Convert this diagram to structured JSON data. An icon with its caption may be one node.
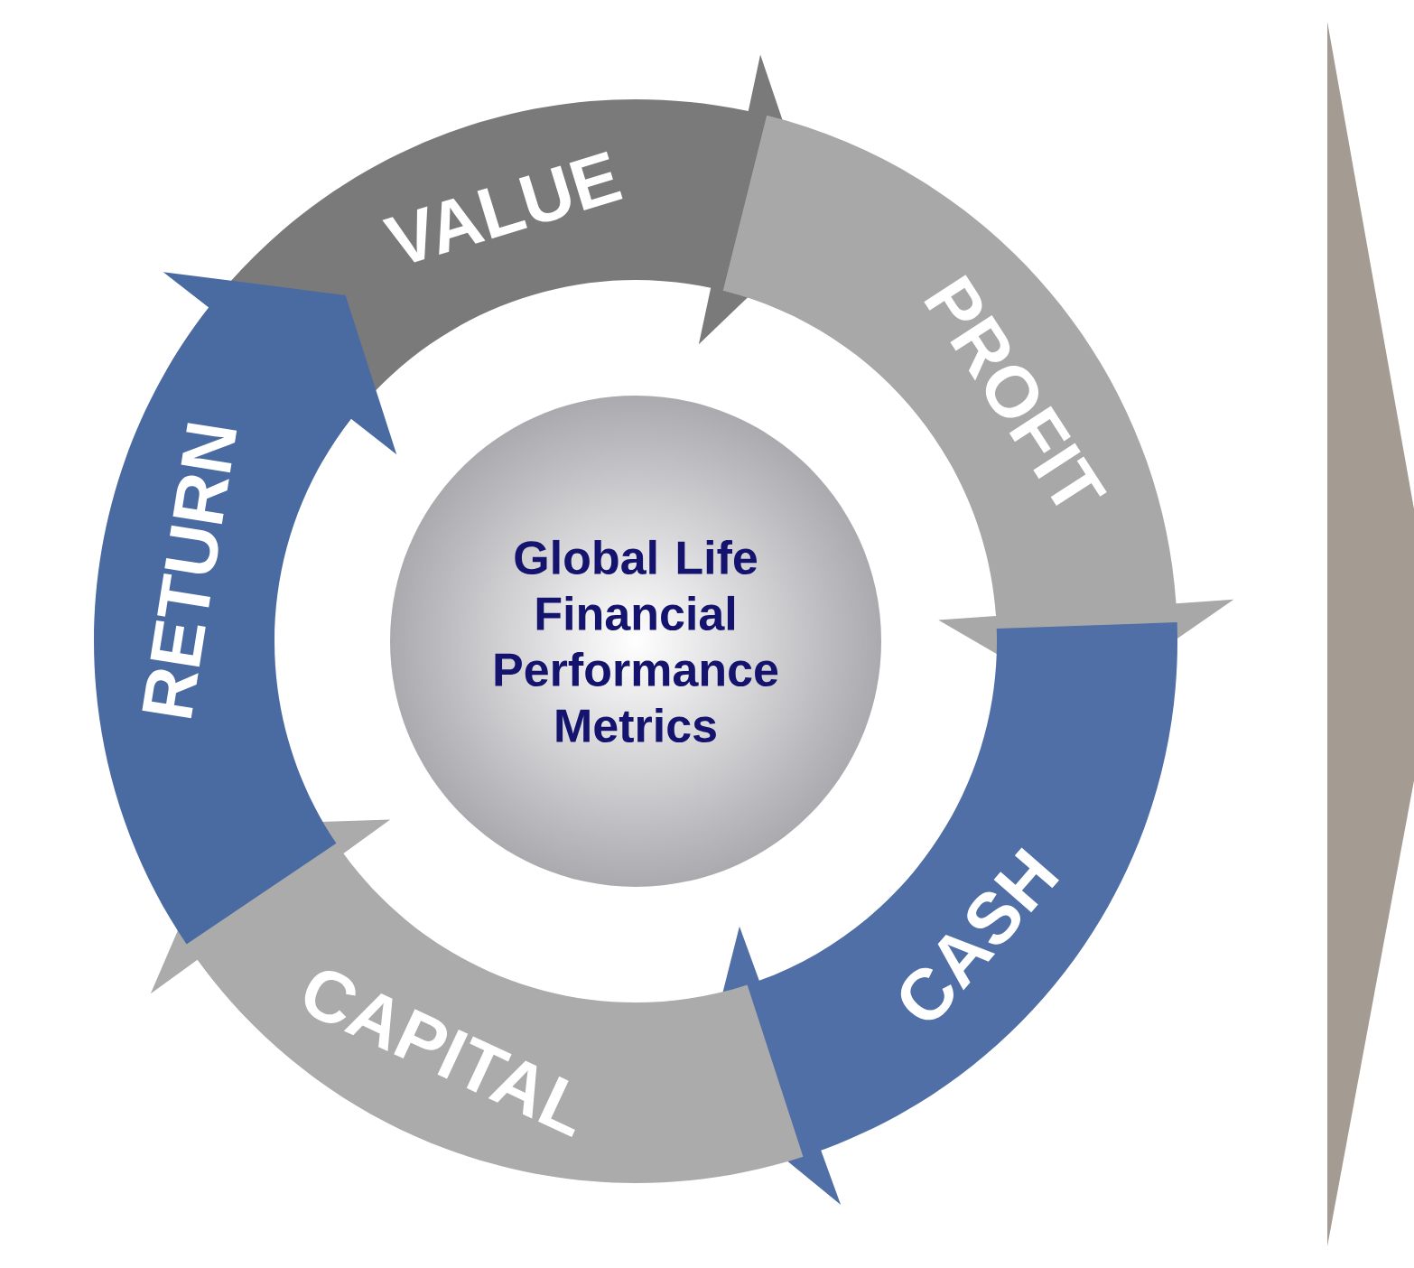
{
  "diagram": {
    "nodes": [
      {
        "text": [
          "VALUE"
        ]
      },
      {
        "text": [
          "PROFIT"
        ]
      },
      {
        "text": [
          "CASH"
        ]
      },
      {
        "text": [
          "CAPITAL"
        ]
      },
      {
        "text": [
          "RETURN"
        ]
      },
      {
        "text": [
          "Global Life Financial Performance Metrics"
        ]
      }
    ]
  }
}
